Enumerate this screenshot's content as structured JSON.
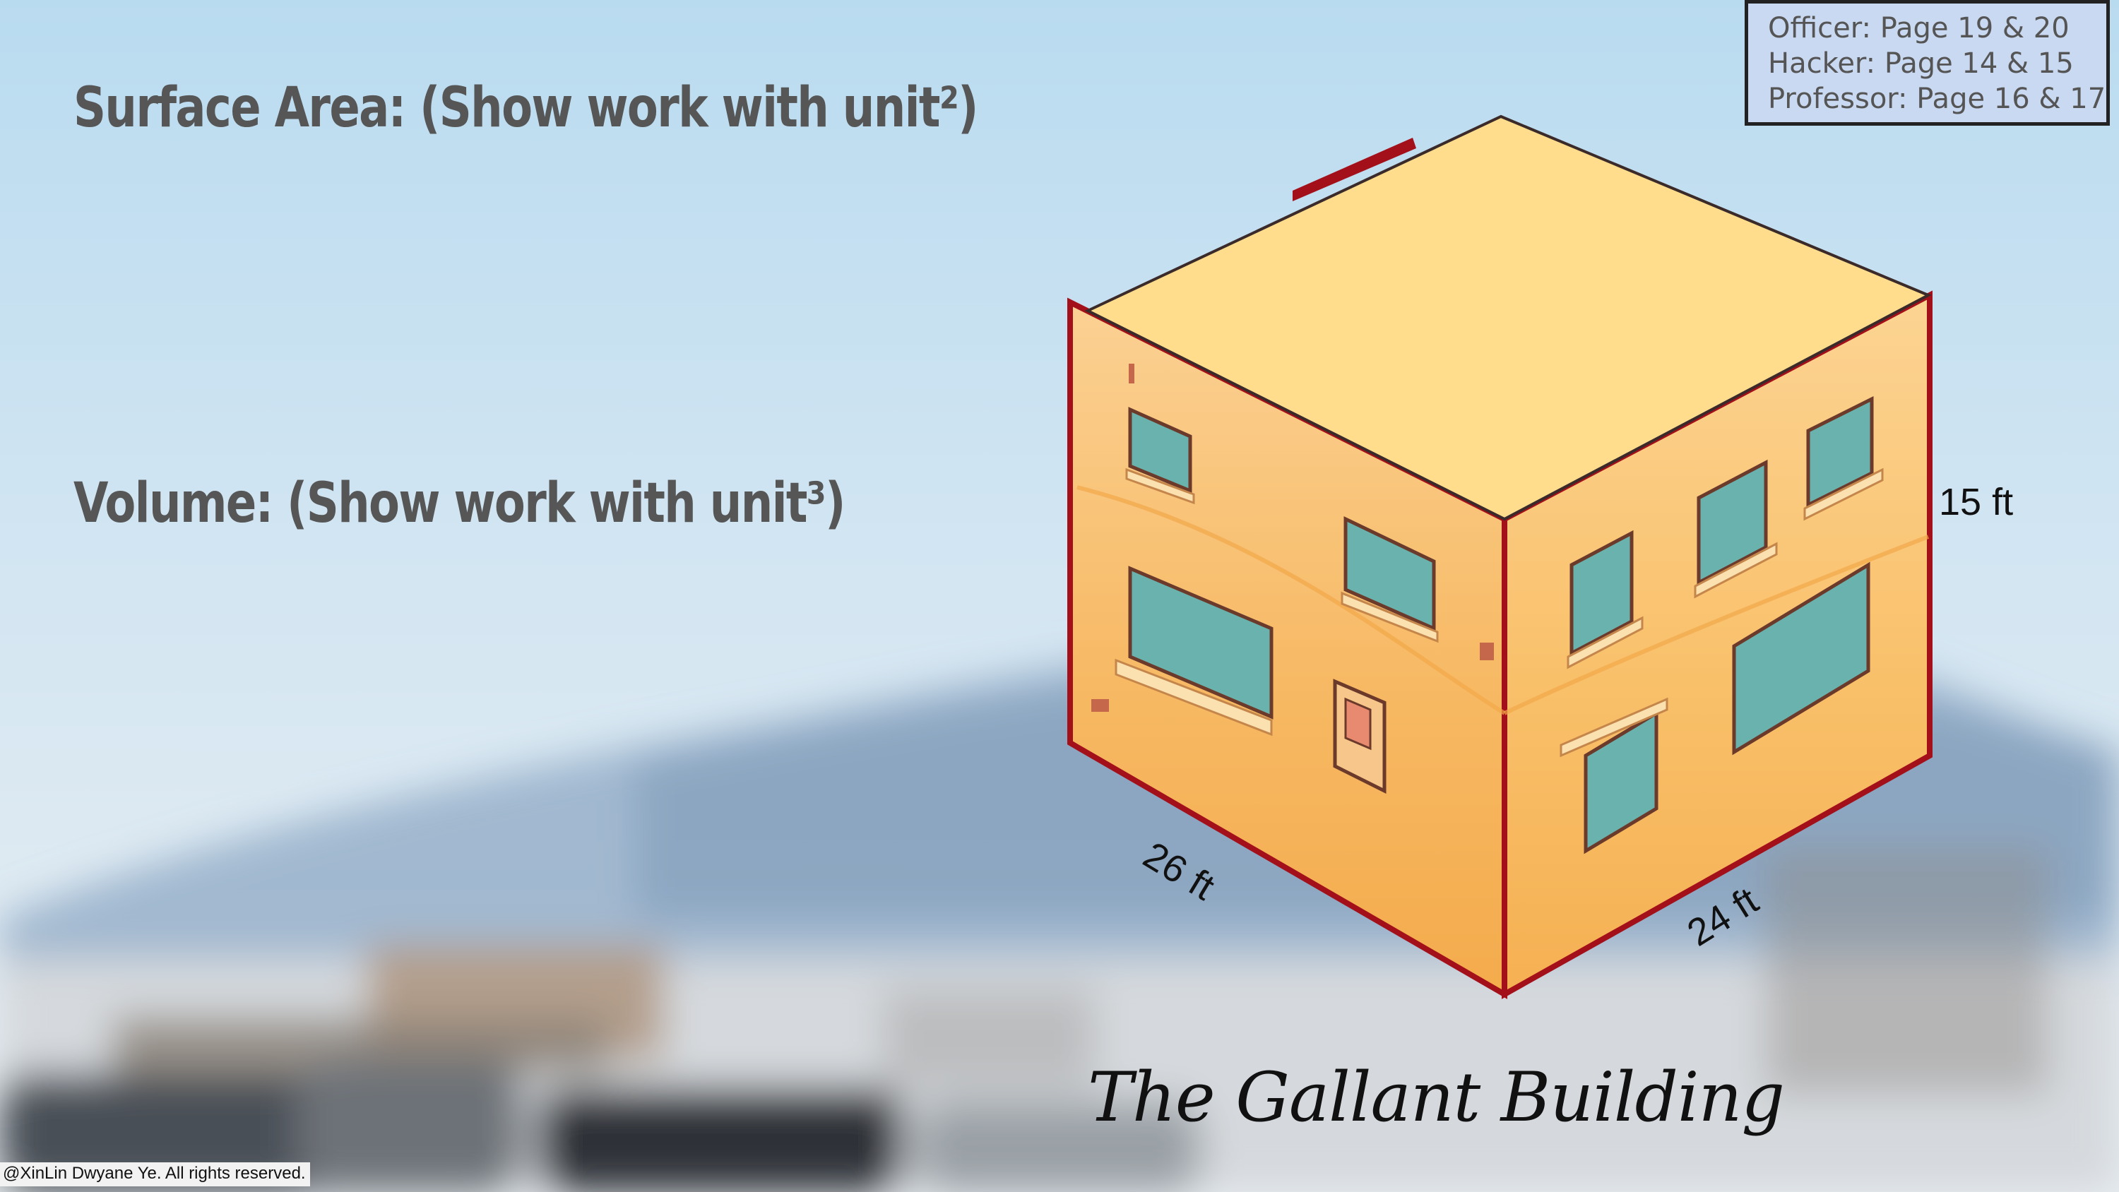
{
  "headings": {
    "surface_area": "Surface Area: (Show work with unit²)",
    "volume": "Volume: (Show work with unit³)"
  },
  "page_refs": [
    "Officer: Page 19 & 20",
    "Hacker: Page 14 & 15",
    "Professor: Page 16 & 17"
  ],
  "dimensions": {
    "height": "15 ft",
    "width": "26 ft",
    "depth": "24 ft"
  },
  "building_name": "The Gallant Building",
  "copyright": "@XinLin Dwyane Ye. All rights reserved.",
  "colors": {
    "sky_top": "#b7d9ef",
    "sky_bottom": "#e6eef5",
    "roof": "#ffdd8c",
    "wall_left": "#f6b560",
    "wall_right": "#fbc26b",
    "edge": "#a3101a",
    "window_glass": "#6ab2ad",
    "heading_text": "#565656",
    "ref_box_bg": "#c9d9f1"
  },
  "icons": {
    "building": "isometric-building-illustration"
  }
}
